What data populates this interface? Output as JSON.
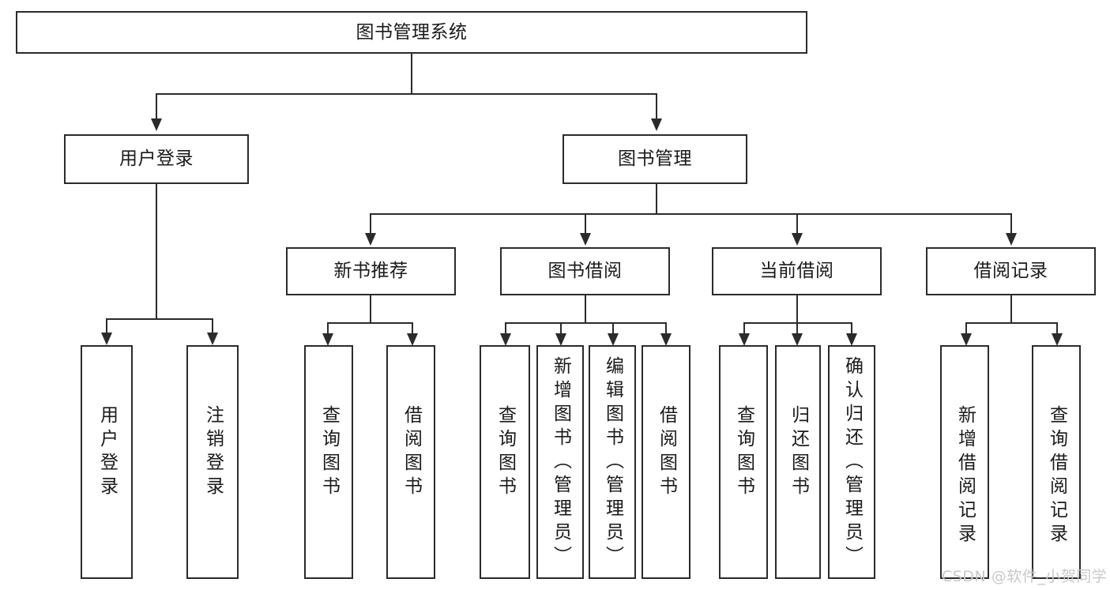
{
  "diagram": {
    "title": "图书管理系统",
    "type": "tree-hierarchy-chart",
    "root": {
      "label": "图书管理系统"
    },
    "level2": [
      {
        "label": "用户登录"
      },
      {
        "label": "图书管理"
      }
    ],
    "level3": [
      {
        "label": "新书推荐"
      },
      {
        "label": "图书借阅"
      },
      {
        "label": "当前借阅"
      },
      {
        "label": "借阅记录"
      }
    ],
    "leaves": {
      "user_login": [
        {
          "label": "用户登录"
        },
        {
          "label": "注销登录"
        }
      ],
      "new_book_recommend": [
        {
          "label": "查询图书"
        },
        {
          "label": "借阅图书"
        }
      ],
      "book_borrow": [
        {
          "label": "查询图书"
        },
        {
          "label": "新增图书（管理员）"
        },
        {
          "label": "编辑图书（管理员）"
        },
        {
          "label": "借阅图书"
        }
      ],
      "current_borrow": [
        {
          "label": "查询图书"
        },
        {
          "label": "归还图书"
        },
        {
          "label": "确认归还（管理员）"
        }
      ],
      "borrow_record": [
        {
          "label": "新增借阅记录"
        },
        {
          "label": "查询借阅记录"
        }
      ]
    }
  },
  "watermark": {
    "text": "CSDN @软件_小贺同学"
  },
  "colors": {
    "border": "#2b2b2b",
    "background": "#ffffff",
    "text": "#1a1a1a",
    "watermark": "#c9c9c9"
  }
}
